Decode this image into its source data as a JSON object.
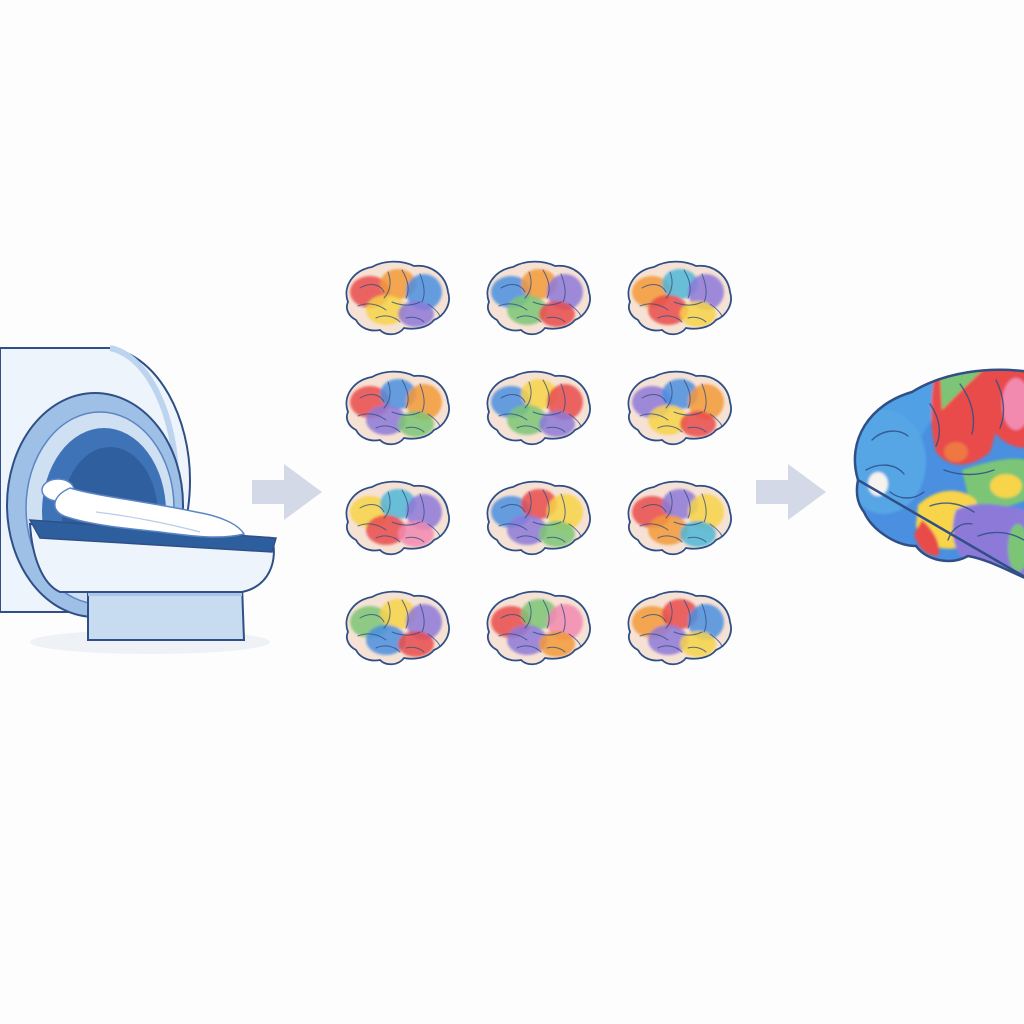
{
  "diagram": {
    "stages": [
      {
        "name": "mri-scanner",
        "icon": "mri-scanner-with-patient-icon"
      },
      {
        "name": "individual-brain-maps",
        "icon": "brain-parcellation-grid-icon",
        "rows": 4,
        "columns": 3
      },
      {
        "name": "group-brain-atlas",
        "icon": "large-brain-atlas-icon"
      }
    ],
    "arrows": [
      {
        "name": "arrow-scanner-to-grid",
        "icon": "right-arrow-icon"
      },
      {
        "name": "arrow-grid-to-atlas",
        "icon": "right-arrow-icon"
      }
    ]
  },
  "colors": {
    "outline": "#2f4f86",
    "brain_base": "#f6e2d4",
    "scanner_light": "#eef4fb",
    "scanner_mid": "#bcd4ee",
    "scanner_dark": "#3f73b8",
    "arrow": "#d3d9e6",
    "palette": [
      "#e94c4c",
      "#f29a3a",
      "#f7d449",
      "#7cc576",
      "#4fb6d8",
      "#4a8fe0",
      "#8d7ad8",
      "#c38bd6",
      "#f28ab0"
    ]
  },
  "brain_grid": [
    [
      "#e94c4c",
      "#f29a3a",
      "#4a8fe0",
      "#f7d449",
      "#8d7ad8"
    ],
    [
      "#4a8fe0",
      "#f29a3a",
      "#8d7ad8",
      "#7cc576",
      "#e94c4c"
    ],
    [
      "#f29a3a",
      "#4fb6d8",
      "#8d7ad8",
      "#e94c4c",
      "#f7d449"
    ],
    [
      "#e94c4c",
      "#4a8fe0",
      "#f29a3a",
      "#8d7ad8",
      "#7cc576"
    ],
    [
      "#4a8fe0",
      "#f7d449",
      "#e94c4c",
      "#7cc576",
      "#8d7ad8"
    ],
    [
      "#8d7ad8",
      "#4a8fe0",
      "#f29a3a",
      "#f7d449",
      "#e94c4c"
    ],
    [
      "#f7d449",
      "#4fb6d8",
      "#8d7ad8",
      "#e94c4c",
      "#f28ab0"
    ],
    [
      "#4a8fe0",
      "#e94c4c",
      "#f7d449",
      "#8d7ad8",
      "#7cc576"
    ],
    [
      "#e94c4c",
      "#8d7ad8",
      "#f7d449",
      "#f29a3a",
      "#4fb6d8"
    ],
    [
      "#7cc576",
      "#f7d449",
      "#8d7ad8",
      "#4a8fe0",
      "#e94c4c"
    ],
    [
      "#e94c4c",
      "#7cc576",
      "#f28ab0",
      "#8d7ad8",
      "#f29a3a"
    ],
    [
      "#f29a3a",
      "#e94c4c",
      "#4a8fe0",
      "#8d7ad8",
      "#f7d449"
    ]
  ]
}
